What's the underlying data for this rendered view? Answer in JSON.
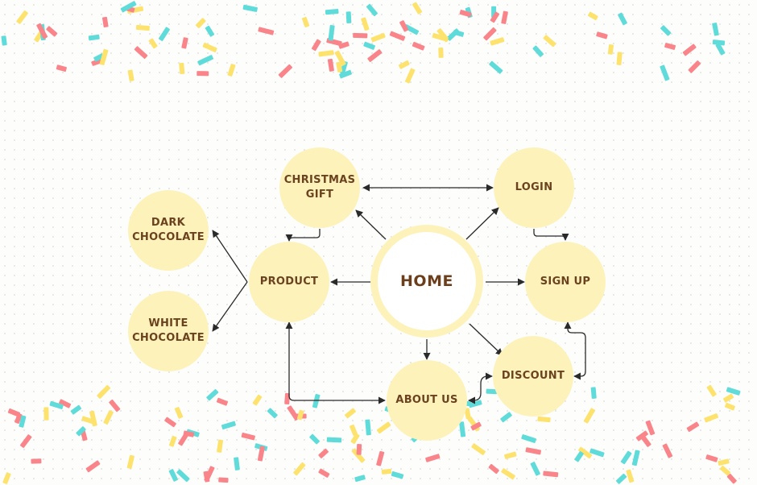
{
  "diagram": {
    "type": "sitemap",
    "nodes": {
      "home": {
        "label": "HOME"
      },
      "christmas_gift": {
        "label": "CHRISTMAS\nGIFT"
      },
      "login": {
        "label": "LOGIN"
      },
      "product": {
        "label": "PRODUCT"
      },
      "sign_up": {
        "label": "SIGN UP"
      },
      "dark_chocolate": {
        "label": "DARK\nCHOCOLATE"
      },
      "white_chocolate": {
        "label": "WHITE\nCHOCOLATE"
      },
      "discount": {
        "label": "DISCOUNT"
      },
      "about_us": {
        "label": "ABOUT US"
      }
    },
    "edges": [
      {
        "from": "home",
        "to": "christmas_gift"
      },
      {
        "from": "home",
        "to": "login"
      },
      {
        "from": "home",
        "to": "product"
      },
      {
        "from": "home",
        "to": "sign_up"
      },
      {
        "from": "home",
        "to": "about_us"
      },
      {
        "from": "home",
        "to": "discount"
      },
      {
        "from": "christmas_gift",
        "to": "login",
        "bidirectional": true
      },
      {
        "from": "christmas_gift",
        "to": "product"
      },
      {
        "from": "login",
        "to": "sign_up"
      },
      {
        "from": "product",
        "to": "dark_chocolate"
      },
      {
        "from": "product",
        "to": "white_chocolate"
      },
      {
        "from": "product",
        "to": "about_us",
        "bidirectional": true
      },
      {
        "from": "about_us",
        "to": "discount",
        "bidirectional": true
      },
      {
        "from": "sign_up",
        "to": "discount",
        "bidirectional": true
      }
    ]
  },
  "decor": {
    "sprinkle_colors": [
      "#5fdcd9",
      "#f9858a",
      "#fde36d"
    ]
  }
}
